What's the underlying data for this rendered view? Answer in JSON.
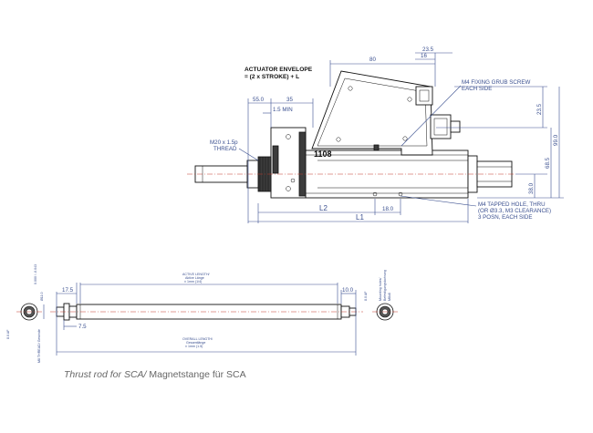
{
  "top": {
    "dim_80": "80",
    "dim_23_5_top": "23.5",
    "dim_16": "16",
    "envelope_line1": "ACTUATOR ENVELOPE",
    "envelope_line2": "= (2 x STROKE) + L",
    "dim_55": "55.0",
    "dim_35": "35",
    "dim_1_5_min": "1.5 MIN",
    "m20_line1": "M20 x 1.5p",
    "m20_line2": "THREAD",
    "grub_line1": "M4 FIXING GRUB SCREW",
    "grub_line2": "EACH SIDE",
    "dim_23_5_right": "23.5",
    "dim_99": "99.0",
    "dim_68_5": "68.5",
    "dim_38": "38.0",
    "model_label": "1108",
    "dim_l2": "L2",
    "dim_18": "18.0",
    "dim_l1": "L1",
    "tapped_line1": "M4 TAPPED HOLE, THRU",
    "tapped_line2": "(OR Ø3.3, M3 CLEARANCE)",
    "tapped_line3": "3 POSN, EACH SIDE"
  },
  "rod": {
    "active_length_line1": "ACTIVE LENGTH/",
    "active_length_line2": "Aktive Länge",
    "active_length_line3": "± 1mm (1/4)",
    "overall_length_line1": "OVERALL LENGTH/",
    "overall_length_line2": "Gesamtlänge",
    "overall_length_line3": "± 1mm (1.5)",
    "dim_17_5": "17.5",
    "dim_10": "10.0",
    "dim_7_5": "7.5",
    "dim_dia_11": "Ø11.0",
    "dim_dia_tol": "0.000 / -0.043",
    "dim_8_af_left": "8.0 AF",
    "dim_8_af_right": "8.0 AF",
    "thread_left": "M8 THREAD/ Gewinde",
    "mounting_right_1": "Mounting holes/",
    "mounting_right_2": "Befestigungsbohrung",
    "mounting_right_3": "M8x8"
  },
  "caption": {
    "italic": "Thrust rod for SCA/",
    "regular": " Magnetstange für SCA"
  }
}
